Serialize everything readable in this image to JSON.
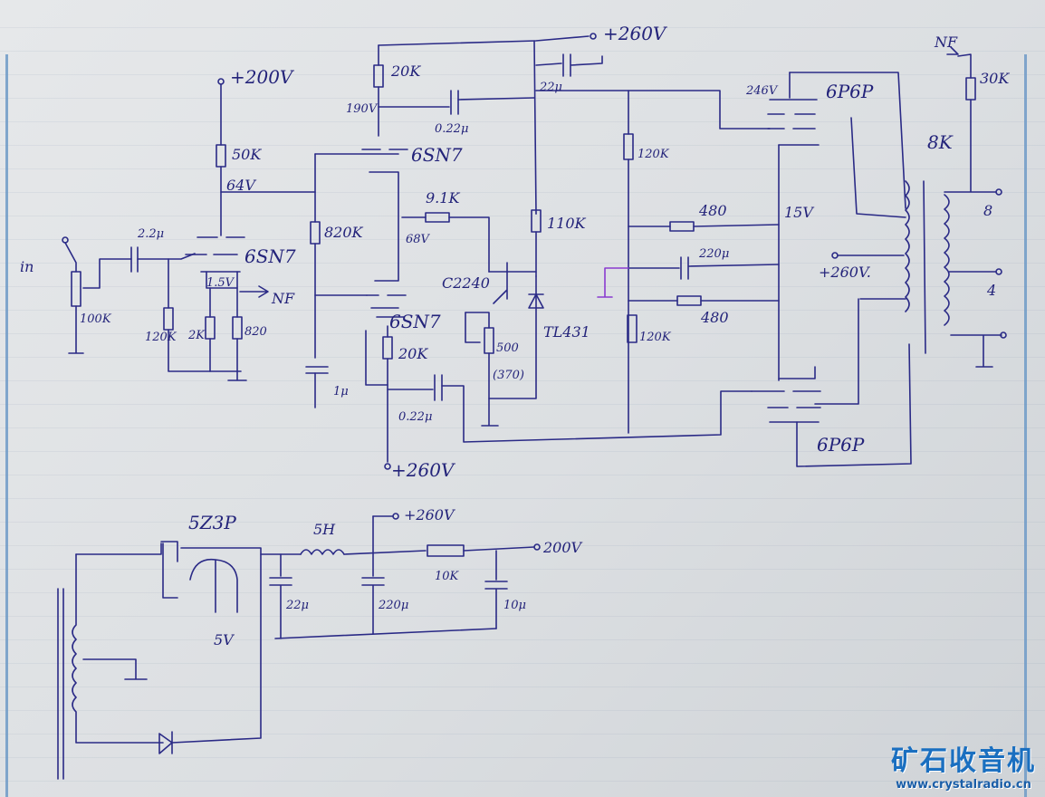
{
  "schematic": {
    "supply_top": "+260V",
    "supply_200": "+200V",
    "in_label": "in",
    "nf_label": "NF",
    "nf_top": "NF",
    "r_in_pot": "100K",
    "c_in": "2.2μ",
    "r_50k": "50K",
    "v_64": "64V",
    "tube1": "6SN7",
    "v_15": "1.5V",
    "r_120k_grid": "120K",
    "r_2k": "2K",
    "r_820": "820",
    "r_820k": "820K",
    "c_1u": "1μ",
    "r_20k_top": "20K",
    "v_190": "190V",
    "c_022_top": "0.22μ",
    "tube2": "6SN7",
    "r_91k": "9.1K",
    "v_68": "68V",
    "tube3": "6SN7",
    "r_20k_mid": "20K",
    "c_022_bot": "0.22μ",
    "supply_bot": "+260V",
    "c_22u": "22μ",
    "r_110k": "110K",
    "transistor": "C2240",
    "tl431": "TL431",
    "pot_500": "500",
    "pot_370": "(370)",
    "r_120k_a": "120K",
    "r_480_a": "480",
    "c_220u_bias": "220μ",
    "r_480_b": "480",
    "r_120k_b": "120K",
    "v_246": "246V",
    "out_tube_top": "6P6P",
    "v_15b": "15V",
    "b_plus": "+260V.",
    "out_tube_bot": "6P6P",
    "transformer_imp": "8K",
    "r_30k": "30K",
    "tap_8": "8",
    "tap_4": "4",
    "rectifier": "5Z3P",
    "heater_5v": "5V",
    "choke": "5H",
    "psu_260": "+260V",
    "c_22u_psu": "22μ",
    "c_220u_psu": "220μ",
    "r_10k": "10K",
    "c_10u": "10μ",
    "psu_200": "200V"
  },
  "watermark": {
    "title": "矿石收音机",
    "url": "www.crystalradio.cn"
  },
  "colors": {
    "ink": "#2a2a86",
    "paper": "#e0e3e6",
    "margin": "#6f9ac7",
    "watermark": "#1a6fc0"
  }
}
